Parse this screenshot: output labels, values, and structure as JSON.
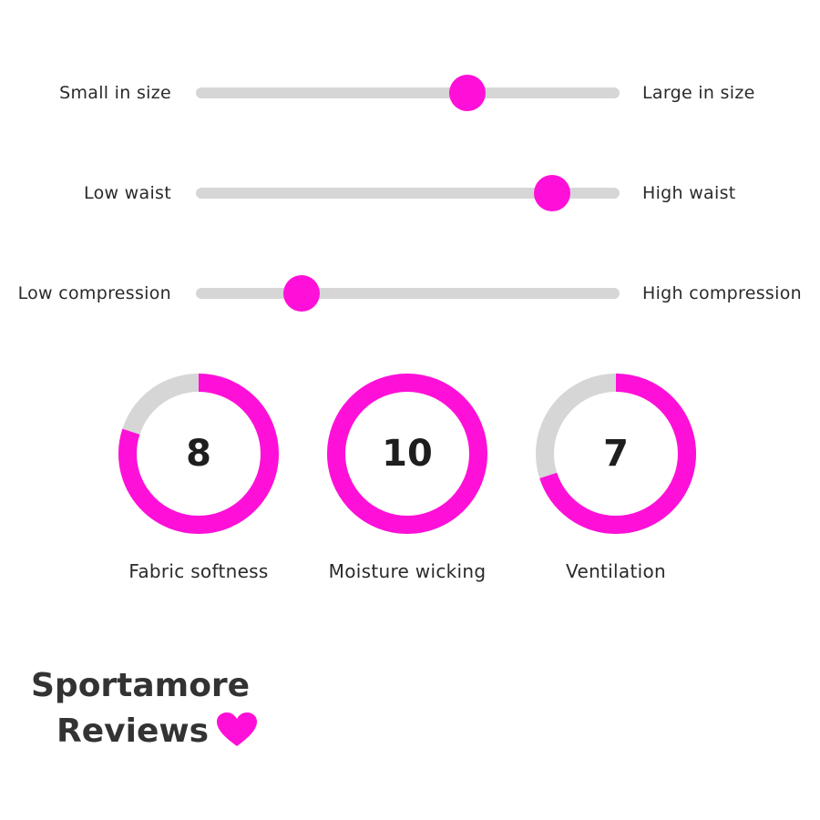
{
  "sliders": [
    {
      "left_label": "Small in size",
      "right_label": "Large in size",
      "value": 0.64
    },
    {
      "left_label": "Low waist",
      "right_label": "High waist",
      "value": 0.84
    },
    {
      "left_label": "Low compression",
      "right_label": "High compression",
      "value": 0.25
    }
  ],
  "gauges": [
    {
      "value": "8",
      "max": 10,
      "score": 8,
      "label": "Fabric softness"
    },
    {
      "value": "10",
      "max": 10,
      "score": 10,
      "label": "Moisture wicking"
    },
    {
      "value": "7",
      "max": 10,
      "score": 7,
      "label": "Ventilation"
    }
  ],
  "brand": {
    "line1": "Sportamore",
    "line2": "Reviews",
    "heart_icon": "heart-icon"
  },
  "colors": {
    "accent": "#ff10d8",
    "track": "#d6d6d6"
  }
}
